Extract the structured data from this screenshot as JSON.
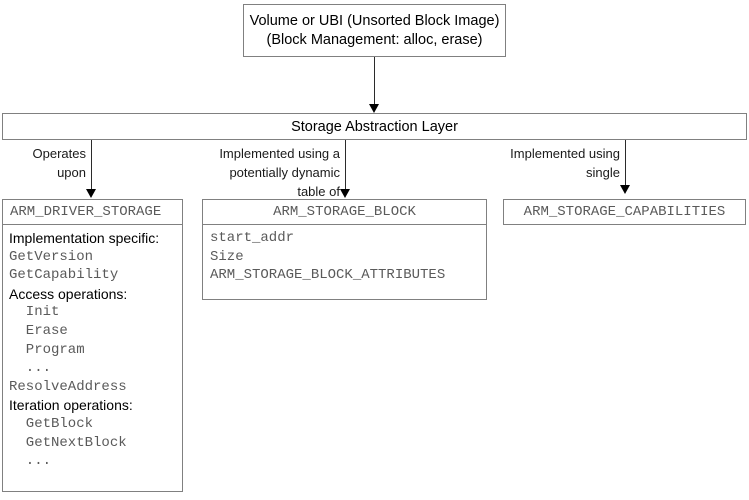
{
  "diagram": {
    "volume_box": {
      "line1": "Volume or UBI (Unsorted Block Image)",
      "line2": "(Block Management: alloc, erase)"
    },
    "sal_bar": {
      "label": "Storage Abstraction Layer"
    },
    "edges": [
      {
        "name": "volume-to-sal",
        "label": ""
      },
      {
        "name": "sal-to-driver",
        "label": "Operates\nupon"
      },
      {
        "name": "sal-to-block",
        "label": "Implemented using a\npotentially dynamic\ntable of"
      },
      {
        "name": "sal-to-capabilities",
        "label": "Implemented using\nsingle"
      }
    ],
    "driver_box": {
      "title": "ARM_DRIVER_STORAGE",
      "rows": [
        {
          "kind": "hdr",
          "text": "Implementation specific:"
        },
        {
          "kind": "mono",
          "text": "GetVersion"
        },
        {
          "kind": "mono",
          "text": "GetCapability"
        },
        {
          "kind": "hdr",
          "text": "Access operations:"
        },
        {
          "kind": "mono",
          "text": "  Init"
        },
        {
          "kind": "mono",
          "text": "  Erase"
        },
        {
          "kind": "mono",
          "text": "  Program"
        },
        {
          "kind": "mono",
          "text": "  ..."
        },
        {
          "kind": "mono",
          "text": "ResolveAddress"
        },
        {
          "kind": "hdr",
          "text": "Iteration operations:"
        },
        {
          "kind": "mono",
          "text": "  GetBlock"
        },
        {
          "kind": "mono",
          "text": "  GetNextBlock"
        },
        {
          "kind": "mono",
          "text": "  ..."
        }
      ]
    },
    "block_box": {
      "title": "ARM_STORAGE_BLOCK",
      "rows": [
        {
          "kind": "mono",
          "text": "start_addr"
        },
        {
          "kind": "mono",
          "text": "Size"
        },
        {
          "kind": "mono",
          "text": "ARM_STORAGE_BLOCK_ATTRIBUTES"
        }
      ]
    },
    "capabilities_box": {
      "title": "ARM_STORAGE_CAPABILITIES"
    },
    "colors": {
      "box_border": "#808080",
      "line": "#2b2b2b",
      "mono_text": "#5a5a5a",
      "text": "#000000"
    }
  }
}
